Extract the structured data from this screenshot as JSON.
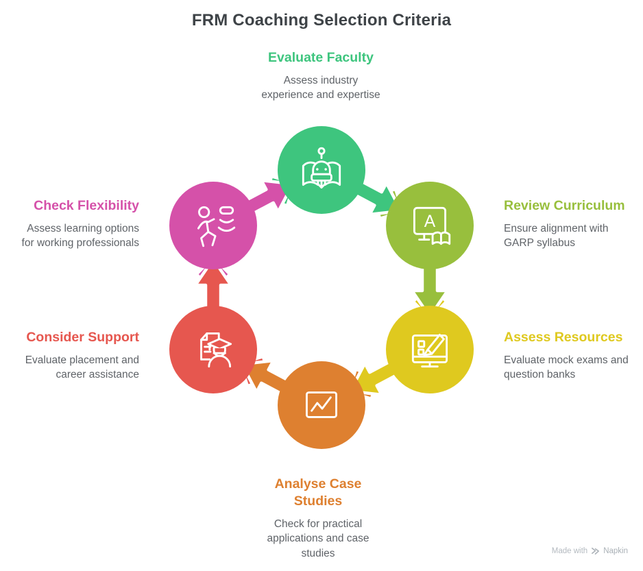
{
  "title": "FRM Coaching Selection Criteria",
  "items": [
    {
      "label": "Evaluate Faculty",
      "description": "Assess industry\nexperience and expertise",
      "color": "#3ec57e",
      "icon": "faculty-book-robot-icon",
      "position": "top"
    },
    {
      "label": "Review Curriculum",
      "description": "Ensure alignment with\nGARP syllabus",
      "color": "#98bf3d",
      "icon": "curriculum-monitor-book-icon",
      "position": "upper-right"
    },
    {
      "label": "Assess Resources",
      "description": "Evaluate mock exams and\nquestion banks",
      "color": "#dfc91f",
      "icon": "resources-checklist-pencil-icon",
      "position": "lower-right"
    },
    {
      "label": "Analyse Case\nStudies",
      "description": "Check for practical\napplications and case\nstudies",
      "color": "#de8030",
      "icon": "case-studies-chart-icon",
      "position": "bottom"
    },
    {
      "label": "Consider Support",
      "description": "Evaluate placement and\ncareer assistance",
      "color": "#e6574f",
      "icon": "support-document-graduate-icon",
      "position": "lower-left"
    },
    {
      "label": "Check Flexibility",
      "description": "Assess learning options\nfor working professionals",
      "color": "#d551a9",
      "icon": "flexibility-active-person-icon",
      "position": "upper-left"
    }
  ],
  "cycle_direction": "clockwise",
  "colors": {
    "background": "#ffffff",
    "title_text": "#3e4347",
    "body_text": "#5f6368",
    "icon_stroke": "#ffffff",
    "watermark_text": "#b4bac0"
  },
  "watermark": {
    "prefix": "Made with",
    "brand": "Napkin"
  }
}
